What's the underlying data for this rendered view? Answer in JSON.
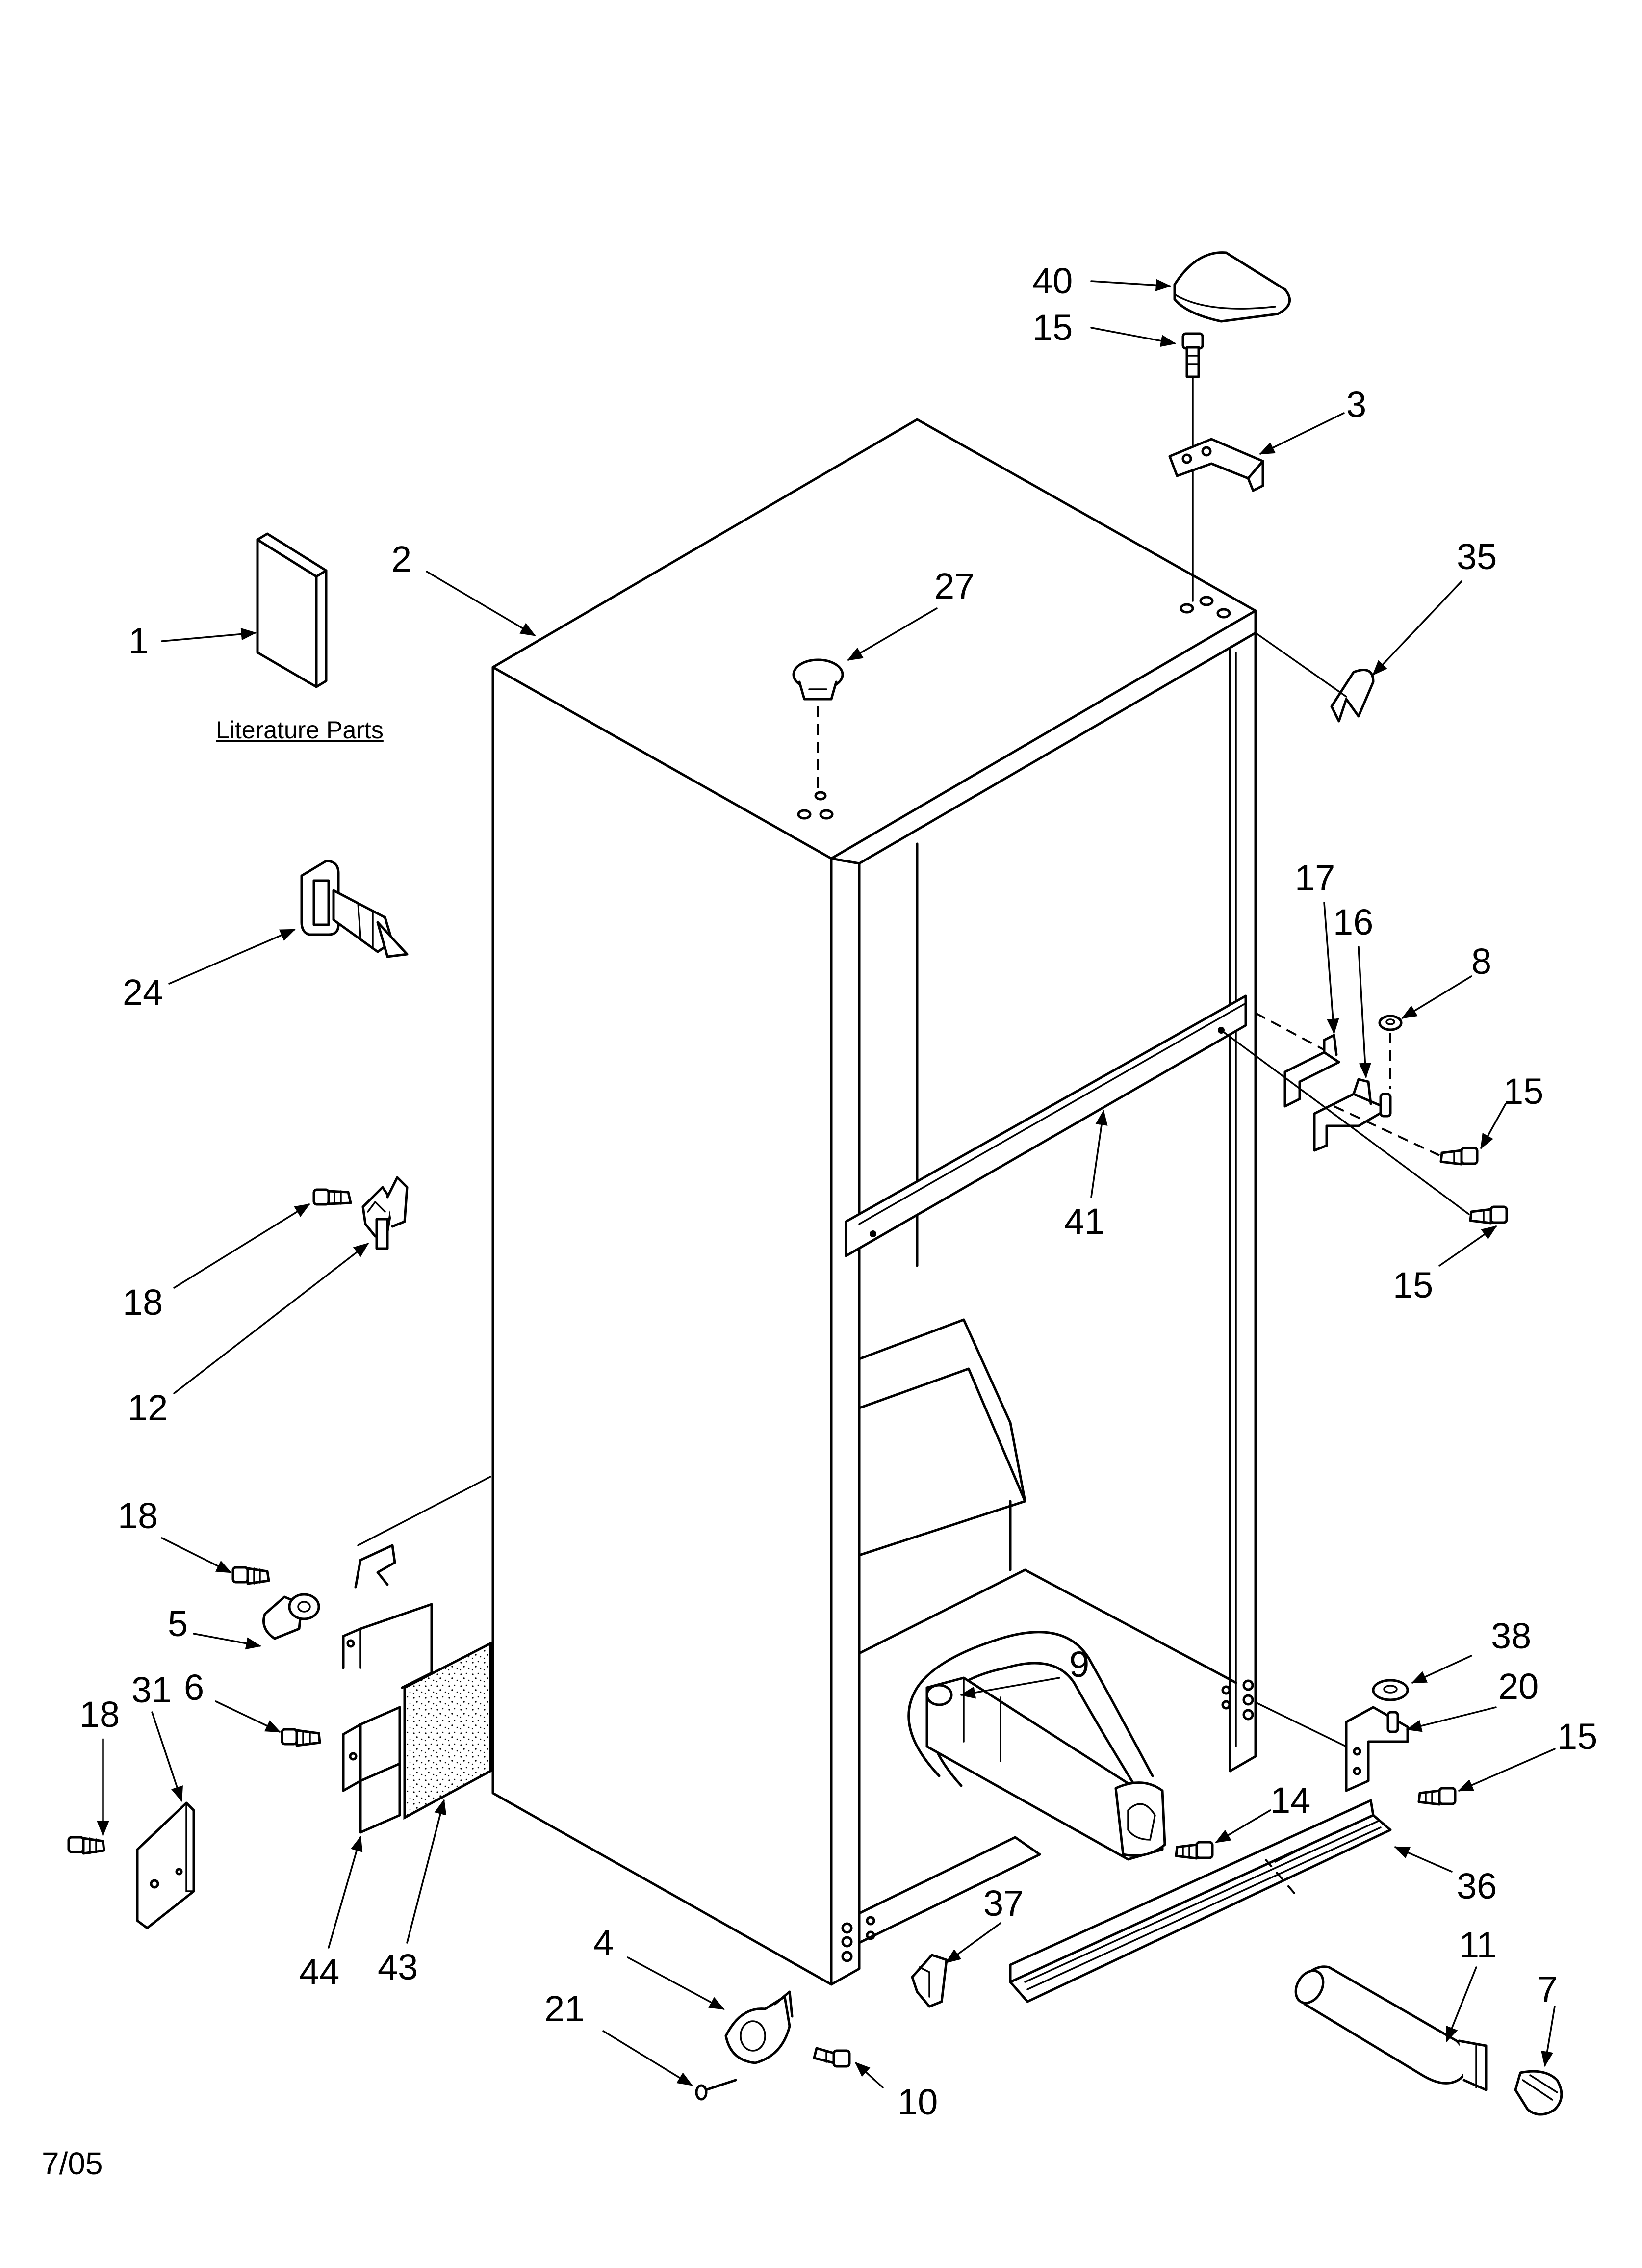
{
  "diagram": {
    "callouts": [
      {
        "id": "c40",
        "label": "40"
      },
      {
        "id": "c15a",
        "label": "15"
      },
      {
        "id": "c3",
        "label": "3"
      },
      {
        "id": "c2",
        "label": "2"
      },
      {
        "id": "c27",
        "label": "27"
      },
      {
        "id": "c35",
        "label": "35"
      },
      {
        "id": "c1",
        "label": "1"
      },
      {
        "id": "c17",
        "label": "17"
      },
      {
        "id": "c16",
        "label": "16"
      },
      {
        "id": "c8",
        "label": "8"
      },
      {
        "id": "c24",
        "label": "24"
      },
      {
        "id": "c15b",
        "label": "15"
      },
      {
        "id": "c41",
        "label": "41"
      },
      {
        "id": "c15c",
        "label": "15"
      },
      {
        "id": "c18a",
        "label": "18"
      },
      {
        "id": "c12",
        "label": "12"
      },
      {
        "id": "c18b",
        "label": "18"
      },
      {
        "id": "c5",
        "label": "5"
      },
      {
        "id": "c31",
        "label": "31"
      },
      {
        "id": "c6",
        "label": "6"
      },
      {
        "id": "c18c",
        "label": "18"
      },
      {
        "id": "c9",
        "label": "9"
      },
      {
        "id": "c38",
        "label": "38"
      },
      {
        "id": "c20",
        "label": "20"
      },
      {
        "id": "c15d",
        "label": "15"
      },
      {
        "id": "c14",
        "label": "14"
      },
      {
        "id": "c36",
        "label": "36"
      },
      {
        "id": "c44",
        "label": "44"
      },
      {
        "id": "c43",
        "label": "43"
      },
      {
        "id": "c37",
        "label": "37"
      },
      {
        "id": "c11",
        "label": "11"
      },
      {
        "id": "c4",
        "label": "4"
      },
      {
        "id": "c7",
        "label": "7"
      },
      {
        "id": "c21",
        "label": "21"
      },
      {
        "id": "c10",
        "label": "10"
      }
    ],
    "literature_label": "Literature Parts",
    "date_code": "7/05"
  }
}
